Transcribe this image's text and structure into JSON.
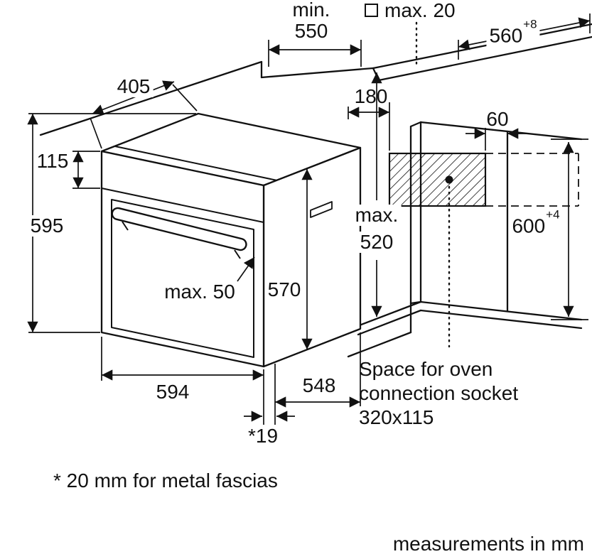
{
  "dimensions": {
    "niche_depth_min": {
      "line1": "min.",
      "line2": "550"
    },
    "fascia_gap_max": "max. 20",
    "niche_width": {
      "value": "560",
      "tolerance": "+8"
    },
    "top_depth": "405",
    "fascia_height": "115",
    "oven_height": "595",
    "socket_offset_depth": "180",
    "socket_offset_side": "60",
    "plinth_max": {
      "line1": "max.",
      "line2": "520"
    },
    "niche_height": {
      "value": "600",
      "tolerance": "+4"
    },
    "handle_clearance": "max. 50",
    "body_height": "570",
    "oven_width": "594",
    "oven_depth": "548",
    "frame_depth": "*19"
  },
  "socket_note": {
    "line1": "Space for oven",
    "line2": "connection socket",
    "line3": "320x115"
  },
  "footer": {
    "fascia_note": "* 20 mm for metal fascias",
    "units_note": "measurements in mm"
  }
}
